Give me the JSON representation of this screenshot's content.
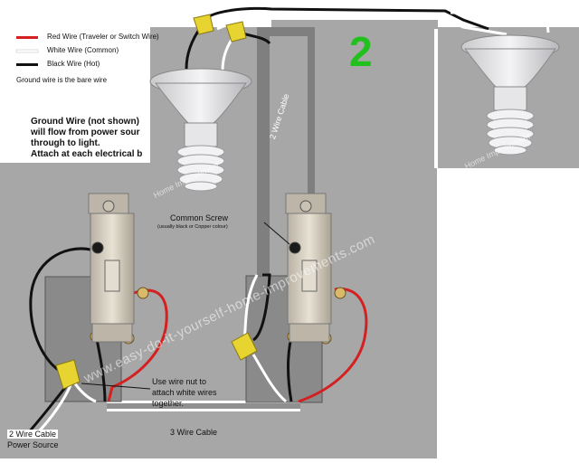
{
  "legend": {
    "items": [
      {
        "label": "Red Wire (Traveler or Switch Wire)",
        "color": "#d42020"
      },
      {
        "label": "White Wire (Common)",
        "color": "#ffffff"
      },
      {
        "label": "Black Wire (Hot)",
        "color": "#111111"
      }
    ],
    "ground_note": "Ground wire is the bare wire"
  },
  "ground_info": {
    "line1": "Ground Wire (not shown)",
    "line2": "will flow from power sour",
    "line3": "through to light.",
    "line4": "Attach at each electrical b"
  },
  "diagram_number": "2",
  "labels": {
    "cable_vertical": "2 Wire Cable",
    "common_screw": "Common Screw",
    "common_screw_note": "(usually black or Copper colour)",
    "wire_nut_1": "Use wire nut to",
    "wire_nut_2": "attach white wires",
    "wire_nut_3": "together.",
    "cable_bottom": "3 Wire Cable",
    "power_cable": "2 Wire Cable",
    "power_source": "Power Source"
  },
  "watermarks": {
    "site": "www.easy-do-it-yourself-home-improvements.com",
    "brand": "Home Improvement"
  },
  "colors": {
    "wall": "#aaaaaa",
    "red_wire": "#d42020",
    "black_wire": "#111111",
    "white_wire": "#ffffff",
    "wire_nut": "#e8d431",
    "switch_box": "#8a8a8a",
    "accent_green": "#22c01e"
  }
}
